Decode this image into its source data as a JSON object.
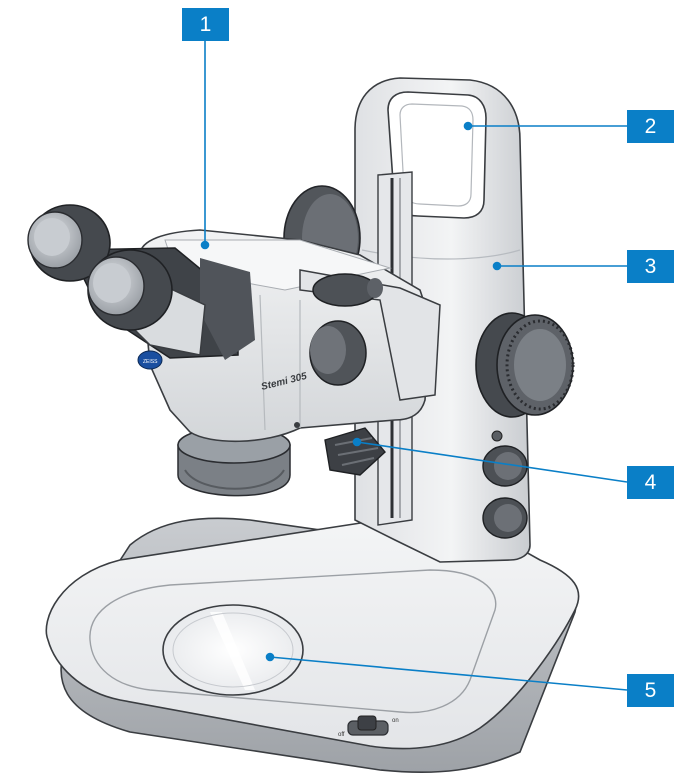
{
  "figure": {
    "subject": "stereo-microscope-diagram",
    "callouts": [
      {
        "id": "c1",
        "label": "1"
      },
      {
        "id": "c2",
        "label": "2"
      },
      {
        "id": "c3",
        "label": "3"
      },
      {
        "id": "c4",
        "label": "4"
      },
      {
        "id": "c5",
        "label": "5"
      }
    ],
    "body_text": "Stemi 305",
    "brand_badge": "ZEISS",
    "switch_marks": [
      "off",
      "on"
    ],
    "accent_color": "#0a7fc7"
  }
}
